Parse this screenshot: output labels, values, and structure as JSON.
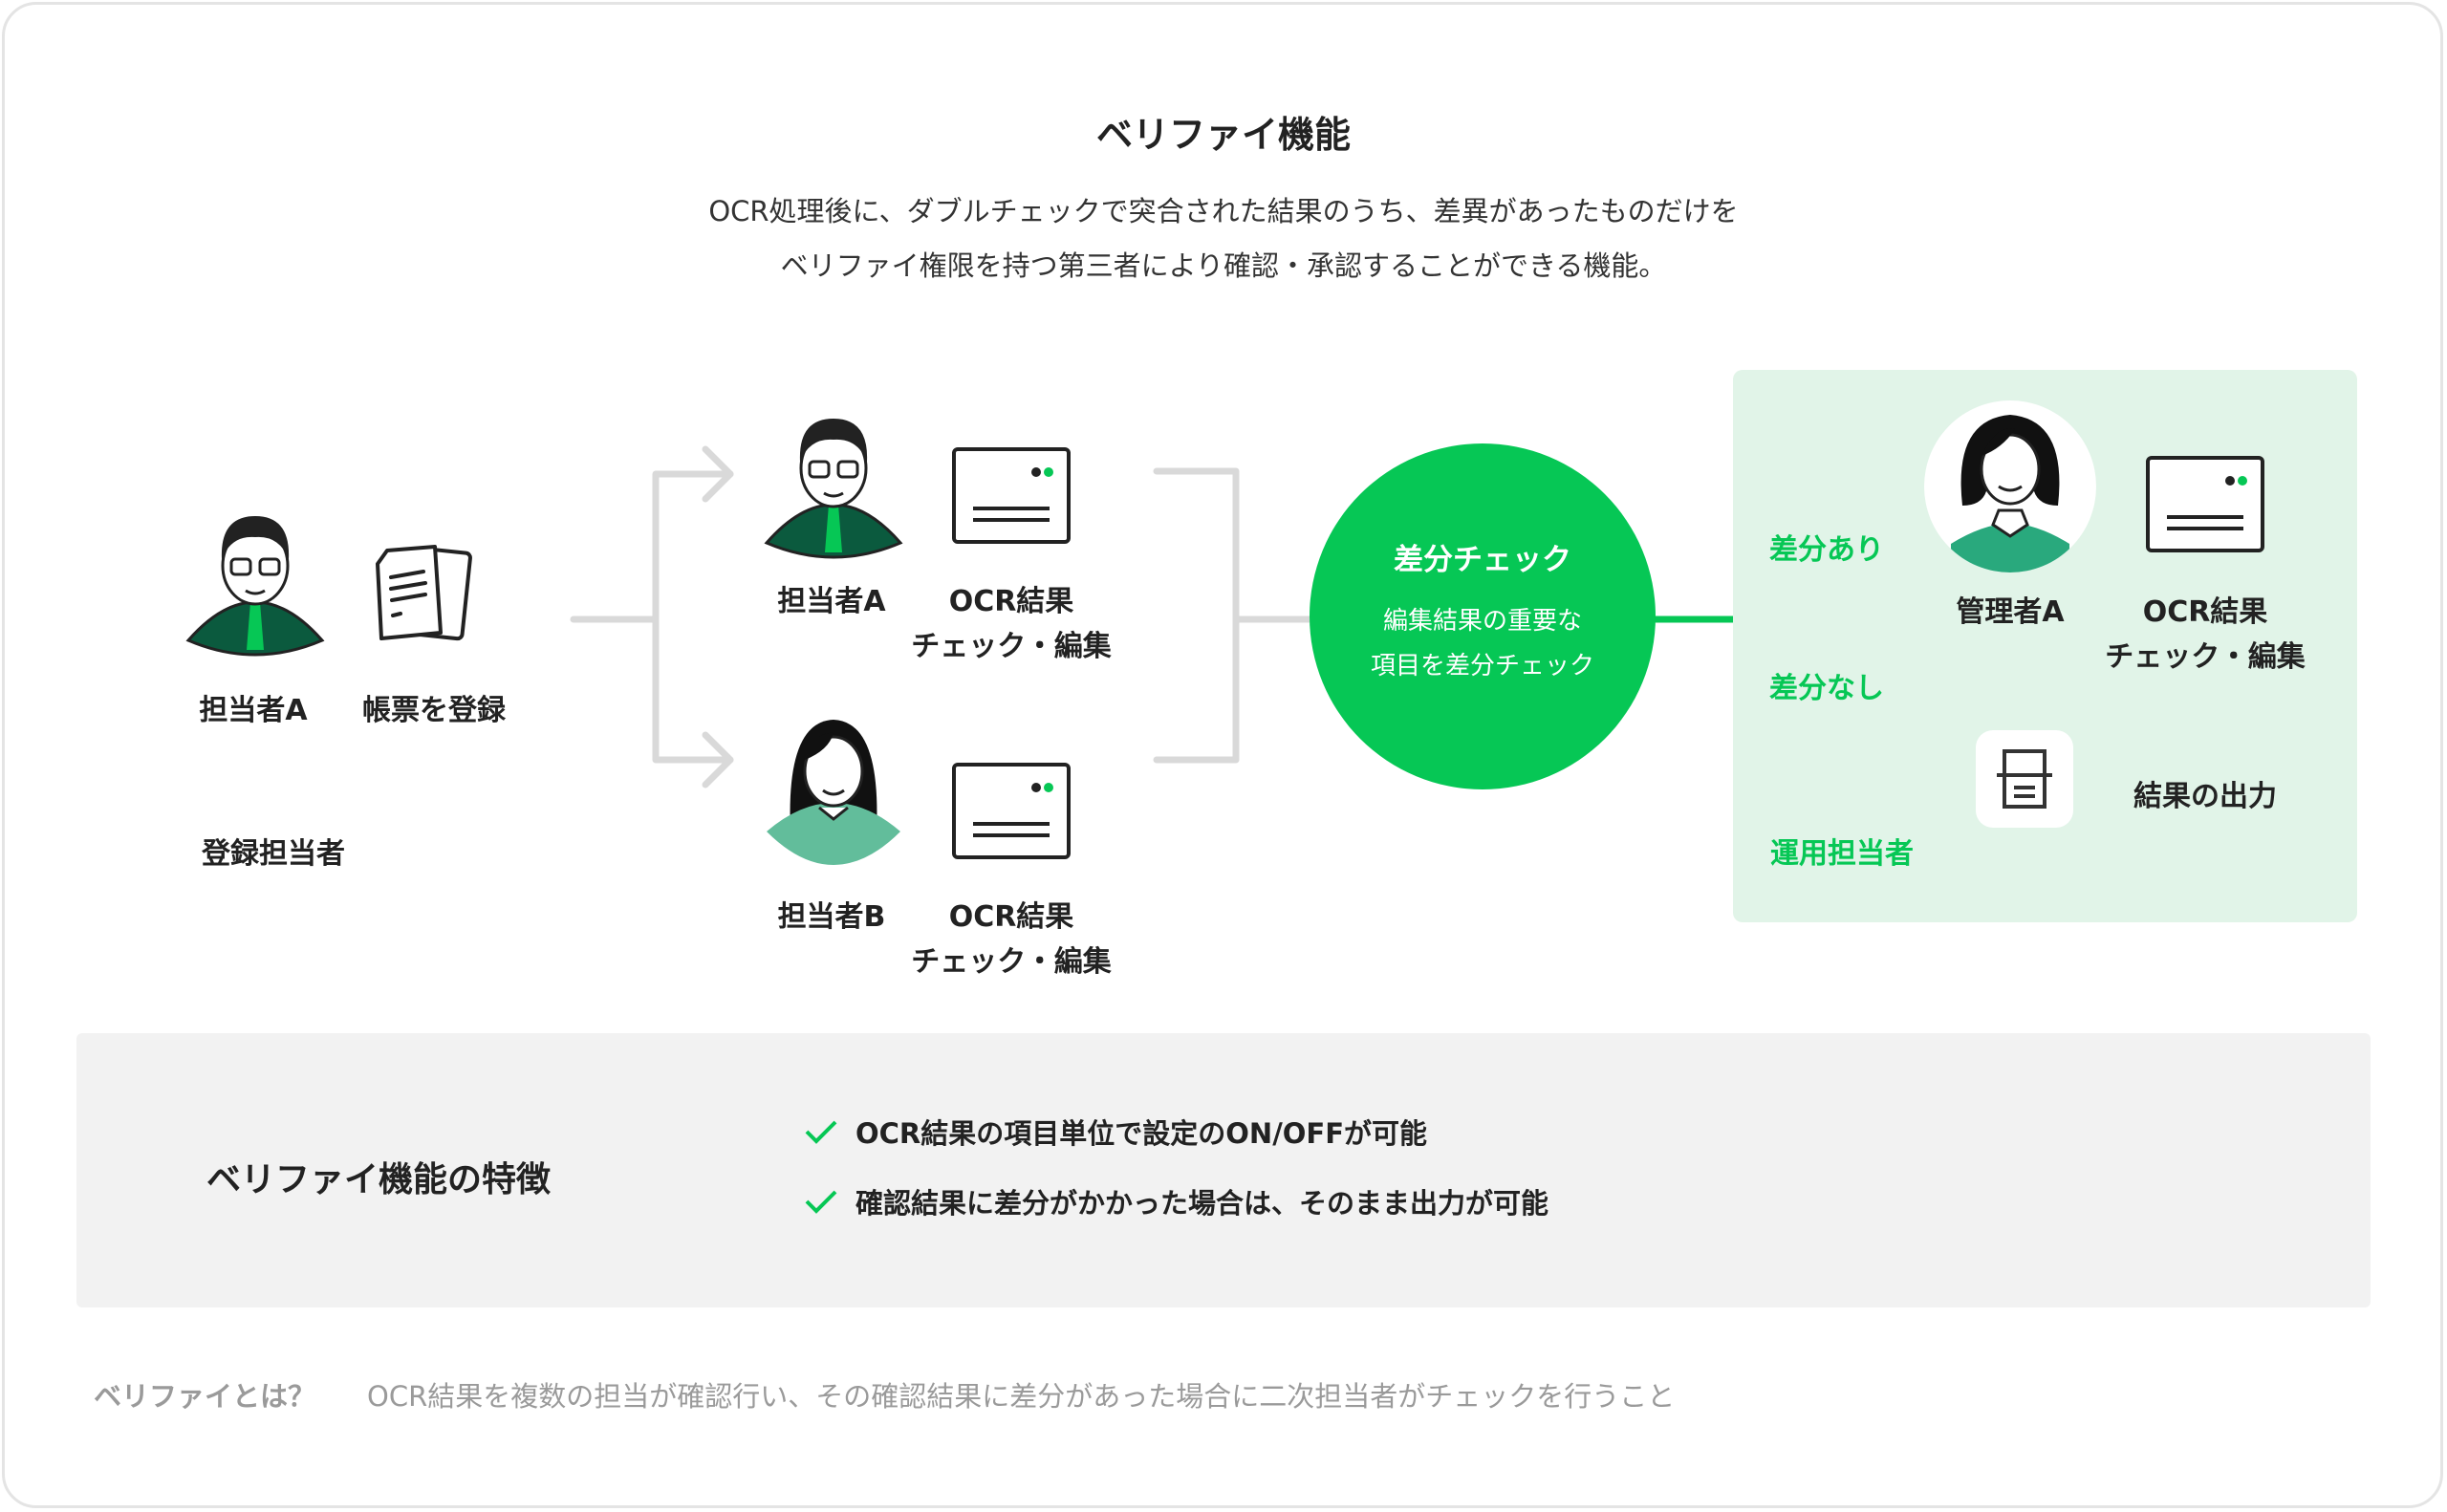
{
  "title": "ベリファイ機能",
  "description": [
    "OCR処理後に、ダブルチェックで突合された結果のうち、差異があったものだけを",
    "ベリファイ権限を持つ第三者により確認・承認することができる機能。"
  ],
  "registration": {
    "person": "担当者A",
    "action": "帳票を登録",
    "role": "登録担当者"
  },
  "checkers": [
    {
      "person": "担当者A",
      "task_line1": "OCR結果",
      "task_line2": "チェック・編集"
    },
    {
      "person": "担当者B",
      "task_line1": "OCR結果",
      "task_line2": "チェック・編集"
    }
  ],
  "diff_check": {
    "title": "差分チェック",
    "line1": "編集結果の重要な",
    "line2": "項目を差分チェック"
  },
  "branches": {
    "with_diff": "差分あり",
    "no_diff": "差分なし",
    "operator": "運用担当者"
  },
  "verifier": {
    "person": "管理者A",
    "task_line1": "OCR結果",
    "task_line2": "チェック・編集",
    "output": "結果の出力"
  },
  "features": {
    "title": "ベリファイ機能の特徴",
    "items": [
      "OCR結果の項目単位で設定のON/OFFが可能",
      "確認結果に差分がかかった場合は、そのまま出力が可能"
    ]
  },
  "footer": {
    "term": "ベリファイとは？",
    "definition": "OCR結果を複数の担当が確認行い、その確認結果に差分があった場合に二次担当者がチェックを行うこと"
  },
  "colors": {
    "accent": "#06c755",
    "panel": "#e1f4e8",
    "gray_line": "#d9d9d9"
  }
}
